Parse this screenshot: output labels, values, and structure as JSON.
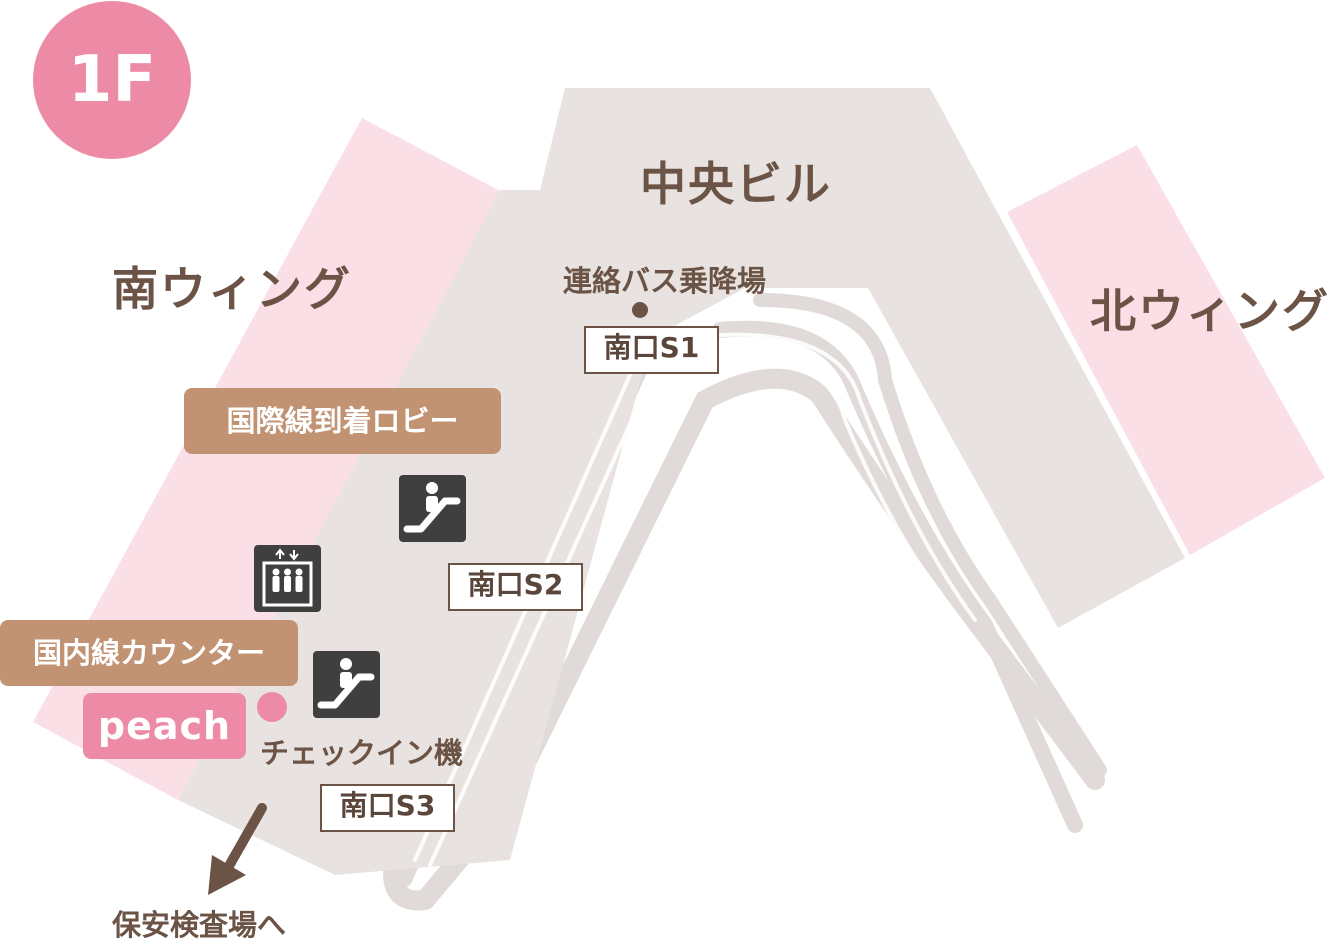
{
  "floor": {
    "label": "1F",
    "color": "#ed8aa5"
  },
  "areas": {
    "south_wing": "南ウィング",
    "central_building": "中央ビル",
    "north_wing": "北ウィング"
  },
  "labels": {
    "bus_stop": "連絡バス乗降場",
    "checkin_machine": "チェックイン機",
    "security": "保安検査場へ"
  },
  "gates": {
    "s1": "南口S1",
    "s2": "南口S2",
    "s3": "南口S3"
  },
  "tags": {
    "intl_arrival": "国際線到着ロビー",
    "domestic_counter": "国内線カウンター"
  },
  "airline": {
    "name": "peach",
    "color": "#ed8aa5"
  },
  "icons": {
    "escalator_upper": "escalator-icon",
    "elevator": "elevator-icon",
    "escalator_lower": "escalator-icon"
  },
  "colors": {
    "building": "#e8e3e0",
    "wing": "#fbdfe7",
    "road": "#e0dbd8",
    "text": "#6b5346",
    "tag": "#c29373"
  }
}
